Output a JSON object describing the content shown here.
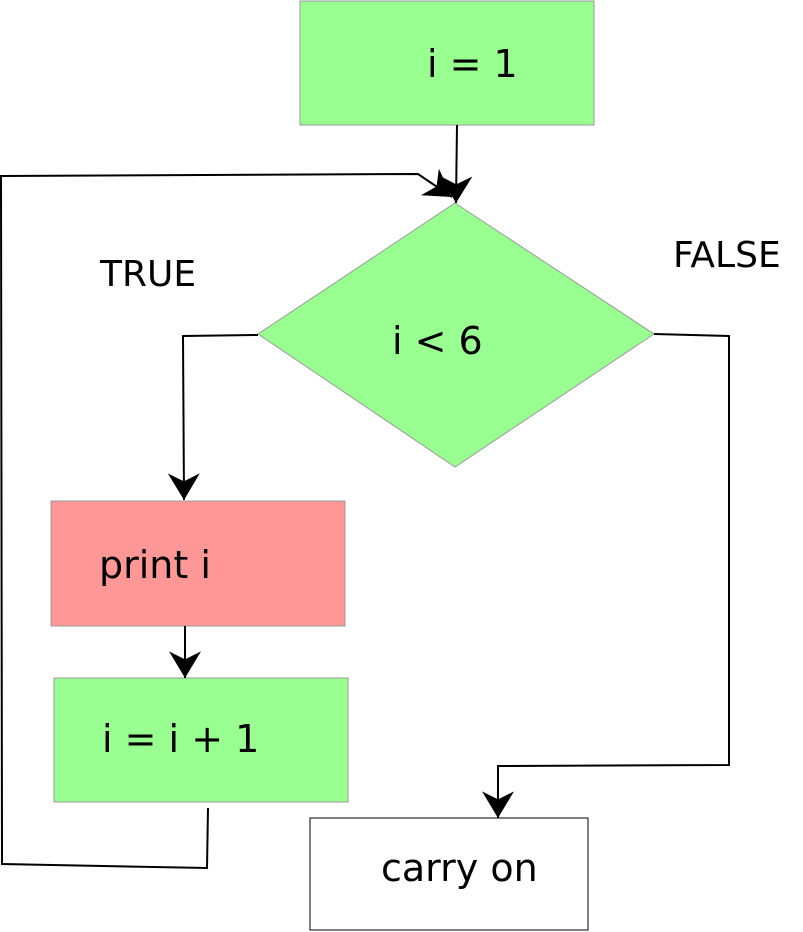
{
  "colors": {
    "green": "#99ff91",
    "red": "#ff9796",
    "white": "#ffffff",
    "stroke": "#000000",
    "shape_border": "#999999"
  },
  "nodes": {
    "init": {
      "text": "i = 1",
      "shape": "rectangle"
    },
    "condition": {
      "text": "i < 6",
      "shape": "diamond"
    },
    "print": {
      "text": "print i",
      "shape": "rectangle"
    },
    "increment": {
      "text": "i = i + 1",
      "shape": "rectangle"
    },
    "carry_on": {
      "text": "carry on",
      "shape": "rectangle"
    }
  },
  "branch_labels": {
    "true": "TRUE",
    "false": "FALSE"
  }
}
